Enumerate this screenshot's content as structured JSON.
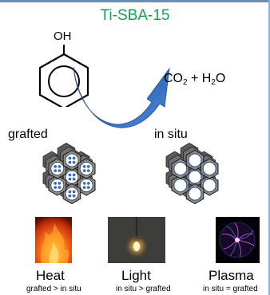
{
  "title": "Ti-SBA-15",
  "reactant_label": "OH",
  "product": {
    "co": "CO",
    "co_sub": "2",
    "plus_h": " + H",
    "h_sub": "2",
    "o": "O"
  },
  "methods": {
    "grafted": "grafted",
    "in_situ": "in situ"
  },
  "activation": [
    {
      "name": "Heat",
      "comparison": "grafted > in situ",
      "icon": "fire-photo"
    },
    {
      "name": "Light",
      "comparison": "in situ > grafted",
      "icon": "light-bulb-photo"
    },
    {
      "name": "Plasma",
      "comparison": "in situ = grafted",
      "icon": "plasma-ball-photo"
    }
  ],
  "colors": {
    "title": "#11a34e",
    "arrow": "#2c62b8",
    "titania_dots": "#3a6fc4"
  }
}
